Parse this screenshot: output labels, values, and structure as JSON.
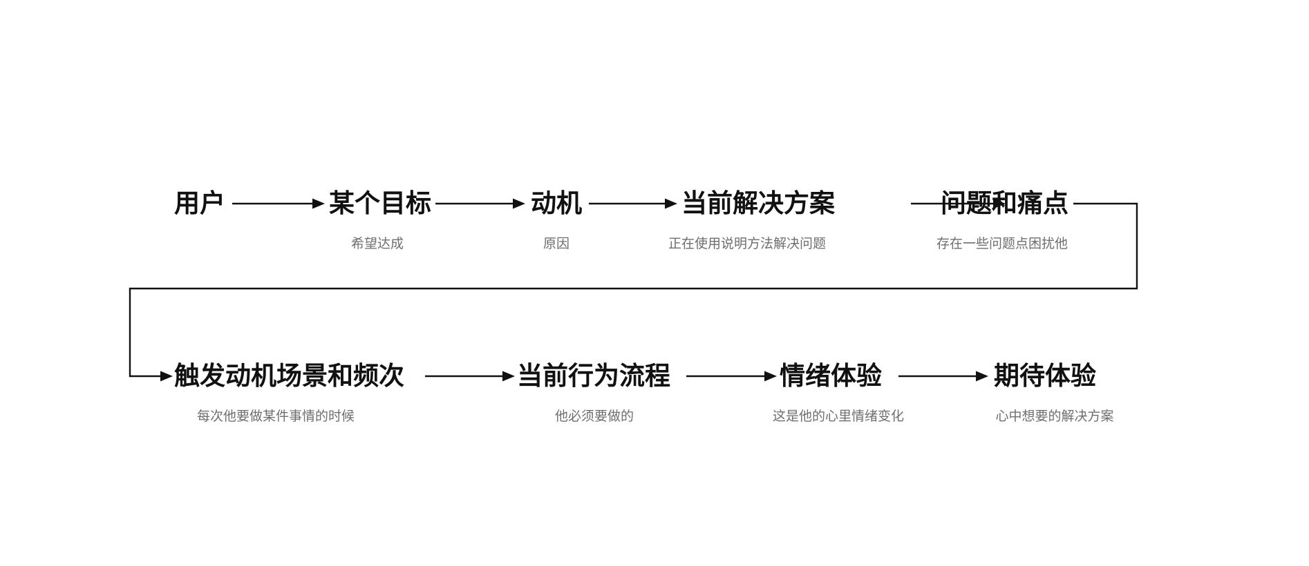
{
  "diagram": {
    "title_text_color": "#111111",
    "subtitle_text_color": "#6e6e6e",
    "line_color": "#111111",
    "background": "#ffffff",
    "rows": [
      {
        "row_name": "row-1",
        "nodes": [
          {
            "title": "用户",
            "subtitle": ""
          },
          {
            "title": "某个目标",
            "subtitle": "希望达成"
          },
          {
            "title": "动机",
            "subtitle": "原因"
          },
          {
            "title": "当前解决方案",
            "subtitle": "正在使用说明方法解决问题"
          },
          {
            "title": "问题和痛点",
            "subtitle": "存在一些问题点困扰他"
          }
        ]
      },
      {
        "row_name": "row-2",
        "nodes": [
          {
            "title": "触发动机场景和频次",
            "subtitle": "每次他要做某件事情的时候"
          },
          {
            "title": "当前行为流程",
            "subtitle": "他必须要做的"
          },
          {
            "title": "情绪体验",
            "subtitle": "这是他的心里情绪变化"
          },
          {
            "title": "期待体验",
            "subtitle": "心中想要的解决方案"
          }
        ]
      }
    ],
    "connectors": [
      {
        "name": "arrow-user-to-goal",
        "kind": "straight-arrow"
      },
      {
        "name": "arrow-goal-to-motivation",
        "kind": "straight-arrow"
      },
      {
        "name": "arrow-motivation-to-solution",
        "kind": "straight-arrow"
      },
      {
        "name": "arrow-solution-to-problem",
        "kind": "straight-arrow"
      },
      {
        "name": "wrap-connector-problem-to-trigger",
        "kind": "elbow-wrap-arrow"
      },
      {
        "name": "arrow-trigger-to-behavior",
        "kind": "straight-arrow"
      },
      {
        "name": "arrow-behavior-to-emotion",
        "kind": "straight-arrow"
      },
      {
        "name": "arrow-emotion-to-expectation",
        "kind": "straight-arrow"
      }
    ]
  }
}
